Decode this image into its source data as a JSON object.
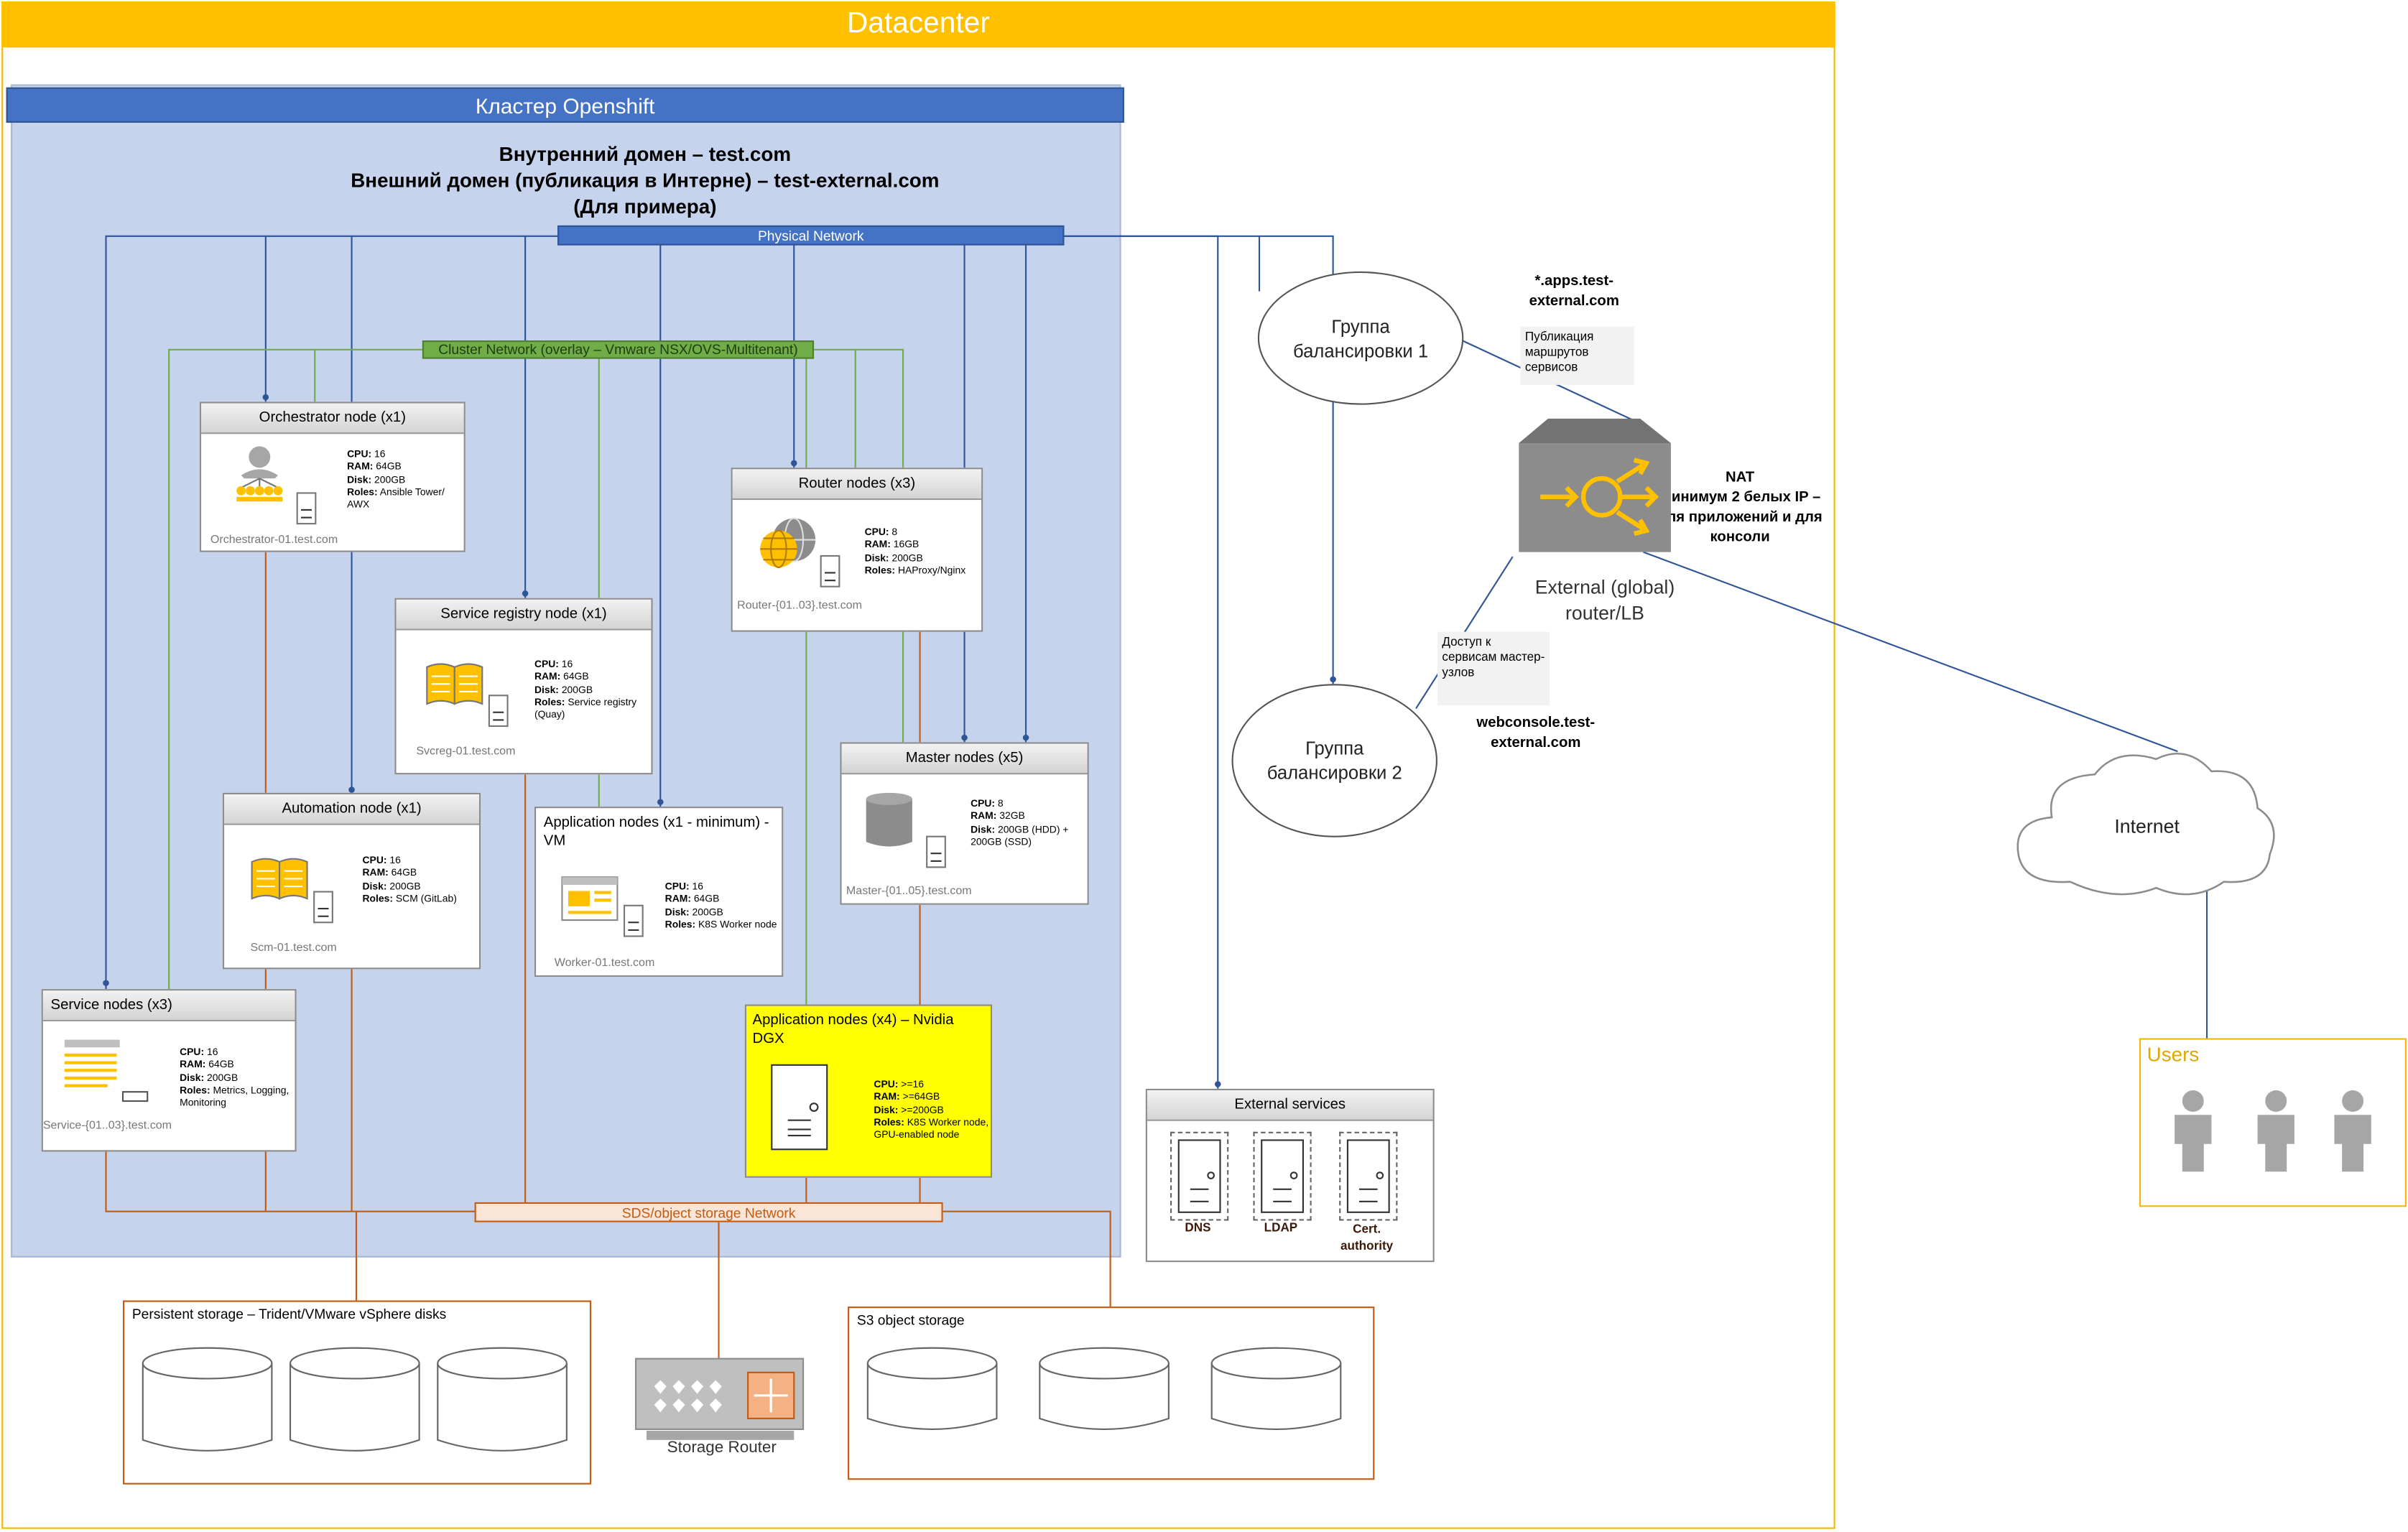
{
  "datacenter": {
    "title": "Datacenter"
  },
  "cluster": {
    "title": "Кластер Openshift",
    "domain_line1": "Внутренний домен – test.com",
    "domain_line2": "Внешний домен (публикация в Интерне) – test-external.com",
    "domain_line3": "(Для примера)"
  },
  "networks": {
    "physical": "Physical Network",
    "cluster": "Cluster Network (overlay – Vmware NSX/OVS-Multitenant)",
    "sds": "SDS/object storage Network"
  },
  "nodes": {
    "orchestrator": {
      "title": "Orchestrator node (x1)",
      "cpu": "16",
      "ram": "64GB",
      "disk": "200GB",
      "roles": "Ansible Tower/ AWX",
      "host": "Orchestrator-01.test.com"
    },
    "router": {
      "title": "Router nodes (x3)",
      "cpu": "8",
      "ram": "16GB",
      "disk": "200GB",
      "roles": "HAProxy/Nginx",
      "host": "Router-{01..03}.test.com"
    },
    "registry": {
      "title": "Service registry node (x1)",
      "cpu": "16",
      "ram": "64GB",
      "disk": "200GB",
      "roles": "Service registry (Quay)",
      "host": "Svcreg-01.test.com"
    },
    "master": {
      "title": "Master nodes (x5)",
      "cpu": "8",
      "ram": "32GB",
      "disk": "200GB (HDD) + 200GB (SSD)",
      "host": "Master-{01..05}.test.com"
    },
    "automation": {
      "title": "Automation node (x1)",
      "cpu": "16",
      "ram": "64GB",
      "disk": "200GB",
      "roles": "SCM (GitLab)",
      "host": "Scm-01.test.com"
    },
    "application": {
      "title": "Application nodes (x1 - minimum) - VM",
      "cpu": "16",
      "ram": "64GB",
      "disk": "200GB",
      "roles": "K8S Worker node",
      "host": "Worker-01.test.com"
    },
    "service": {
      "title": "Service nodes (x3)",
      "cpu": "16",
      "ram": "64GB",
      "disk": "200GB",
      "roles": "Metrics, Logging, Monitoring",
      "host": "Service-{01..03}.test.com"
    },
    "dgx": {
      "title": "Application nodes (x4) – Nvidia DGX",
      "cpu": ">=16",
      "ram": ">=64GB",
      "disk": ">=200GB",
      "roles": "K8S Worker node, GPU-enabled node"
    }
  },
  "spec_labels": {
    "cpu": "CPU:",
    "ram": "RAM:",
    "disk": "Disk:",
    "roles": "Roles:"
  },
  "balancers": {
    "group1": "Группа балансировки 1",
    "group2": "Группа балансировки 2"
  },
  "notes": {
    "apps_domain": "*.apps.test-external.com",
    "routes_publish": "Публикация маршрутов сервисов",
    "master_access": "Доступ к сервисам мастер-узлов",
    "webconsole": "webconsole.test-external.com",
    "nat": "NAT\nМинимум 2 белых IP – для приложений и для консоли"
  },
  "external_router": {
    "label": "External (global) router/LB"
  },
  "internet": {
    "label": "Internet"
  },
  "users": {
    "title": "Users"
  },
  "external_services": {
    "title": "External services",
    "items": [
      "DNS",
      "LDAP",
      "Cert. authority"
    ]
  },
  "storage": {
    "persistent": "Persistent storage – Trident/VMware vSphere disks",
    "s3": "S3 object storage",
    "router": "Storage Router"
  },
  "colors": {
    "datacenter": "#FFC000",
    "cluster": "#4472C4",
    "cluster_bg": "#C6D3EC",
    "cluster_net": "#70AD47",
    "sds": "#C55A11",
    "dgx": "#FFFF00"
  }
}
